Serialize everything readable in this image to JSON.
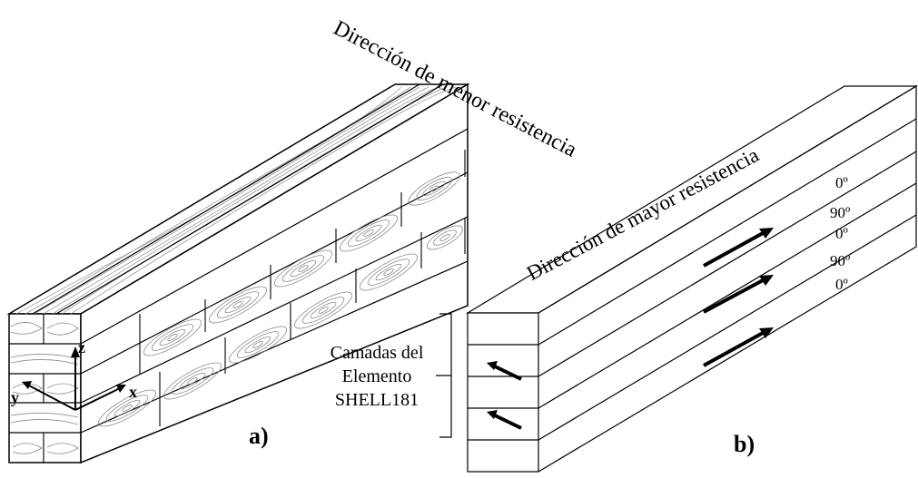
{
  "diagram": {
    "panel_a": {
      "direction_label": "Dirección de menor resistencia",
      "axes": {
        "z": "z",
        "y": "y",
        "x": "x"
      },
      "sublabel": "a)"
    },
    "panel_b": {
      "direction_label": "Dirección de mayor resistencia",
      "layer_angles": [
        "0º",
        "90º",
        "0º",
        "90º",
        "0º"
      ],
      "layers_caption": [
        "Camadas del",
        "Elemento",
        "SHELL181"
      ],
      "sublabel": "b)"
    }
  }
}
